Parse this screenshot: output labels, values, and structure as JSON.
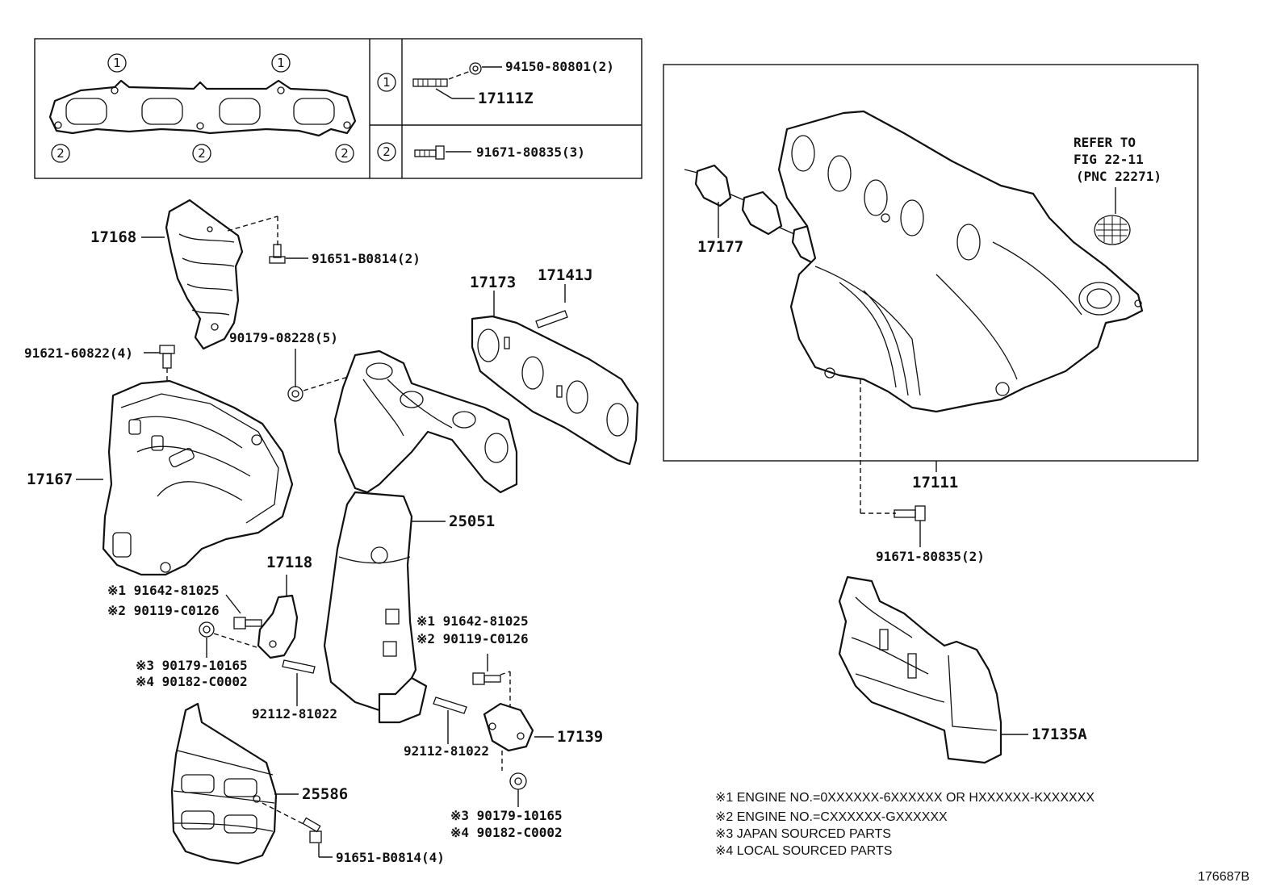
{
  "inset": {
    "gasket_markers_top": [
      "1",
      "1"
    ],
    "gasket_markers_bottom": [
      "2",
      "2",
      "2"
    ],
    "row1": {
      "marker": "1",
      "nut": "94150-80801(2)",
      "stud": "17111Z"
    },
    "row2": {
      "marker": "2",
      "bolt": "91671-80835(3)"
    }
  },
  "labels": {
    "p17168": "17168",
    "p91651_top": "91651-B0814(2)",
    "p17173": "17173",
    "p17141J": "17141J",
    "p91621": "91621-60822(4)",
    "p90179_5": "90179-08228(5)",
    "p17167": "17167",
    "p25051": "25051",
    "p17118": "17118",
    "l_note1_a": "※1 91642-81025",
    "l_note2_a": "※2 90119-C0126",
    "l_note3_a": "※3 90179-10165",
    "l_note4_a": "※4 90182-C0002",
    "r_note1_a": "※1 91642-81025",
    "r_note2_a": "※2 90119-C0126",
    "p92112_a": "92112-81022",
    "p92112_b": "92112-81022",
    "p17139": "17139",
    "p25586": "25586",
    "r_note3_a": "※3 90179-10165",
    "r_note4_a": "※4 90182-C0002",
    "p91651_bottom": "91651-B0814(4)",
    "p17177": "17177",
    "refer_1": "REFER TO",
    "refer_2": "FIG 22-11",
    "refer_3": "(PNC 22271)",
    "p17111": "17111",
    "p91671_2": "91671-80835(2)",
    "p17135A": "17135A"
  },
  "footnotes": [
    "※1 ENGINE NO.=0XXXXXX-6XXXXXX OR HXXXXXX-KXXXXXX",
    "※2 ENGINE NO.=CXXXXXX-GXXXXXX",
    "※3 JAPAN SOURCED PARTS",
    "※4 LOCAL SOURCED PARTS"
  ],
  "figure_id": "176687B"
}
